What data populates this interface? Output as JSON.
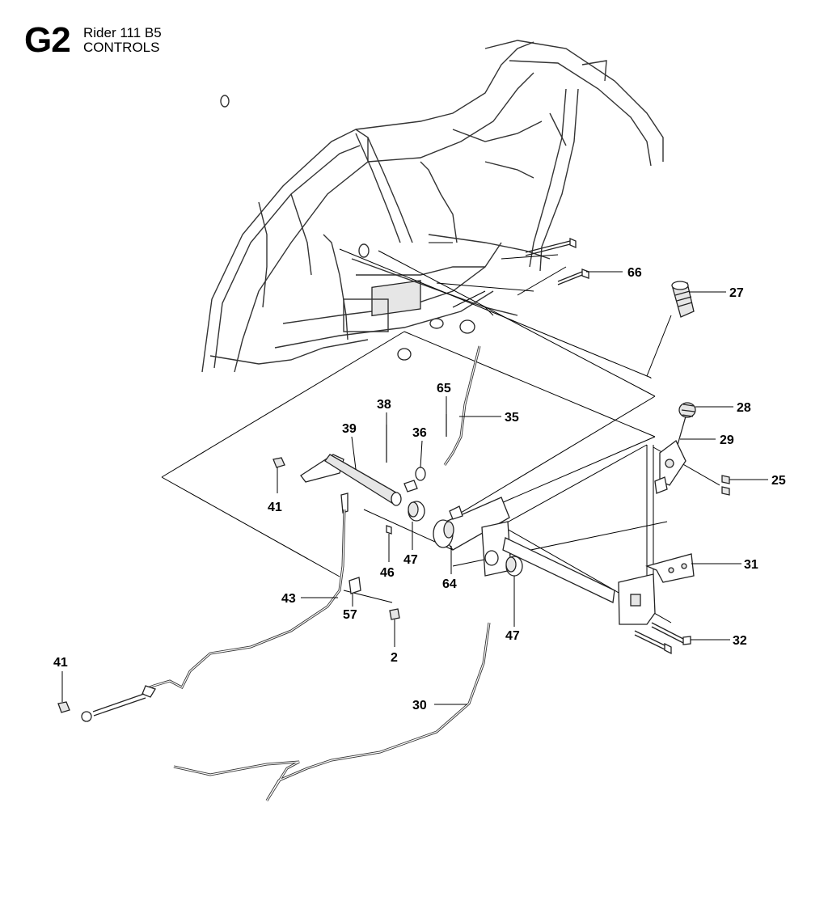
{
  "header": {
    "section_code": "G2",
    "model": "Rider 111 B5",
    "section": "CONTROLS"
  },
  "callouts": [
    {
      "id": "c66",
      "label": "66"
    },
    {
      "id": "c27",
      "label": "27"
    },
    {
      "id": "c28",
      "label": "28"
    },
    {
      "id": "c29",
      "label": "29"
    },
    {
      "id": "c25",
      "label": "25"
    },
    {
      "id": "c65",
      "label": "65"
    },
    {
      "id": "c35",
      "label": "35"
    },
    {
      "id": "c38",
      "label": "38"
    },
    {
      "id": "c39",
      "label": "39"
    },
    {
      "id": "c36",
      "label": "36"
    },
    {
      "id": "c41a",
      "label": "41"
    },
    {
      "id": "c47a",
      "label": "47"
    },
    {
      "id": "c46",
      "label": "46"
    },
    {
      "id": "c64",
      "label": "64"
    },
    {
      "id": "c31",
      "label": "31"
    },
    {
      "id": "c43",
      "label": "43"
    },
    {
      "id": "c57",
      "label": "57"
    },
    {
      "id": "c2",
      "label": "2"
    },
    {
      "id": "c47b",
      "label": "47"
    },
    {
      "id": "c32",
      "label": "32"
    },
    {
      "id": "c41b",
      "label": "41"
    },
    {
      "id": "c30",
      "label": "30"
    }
  ]
}
